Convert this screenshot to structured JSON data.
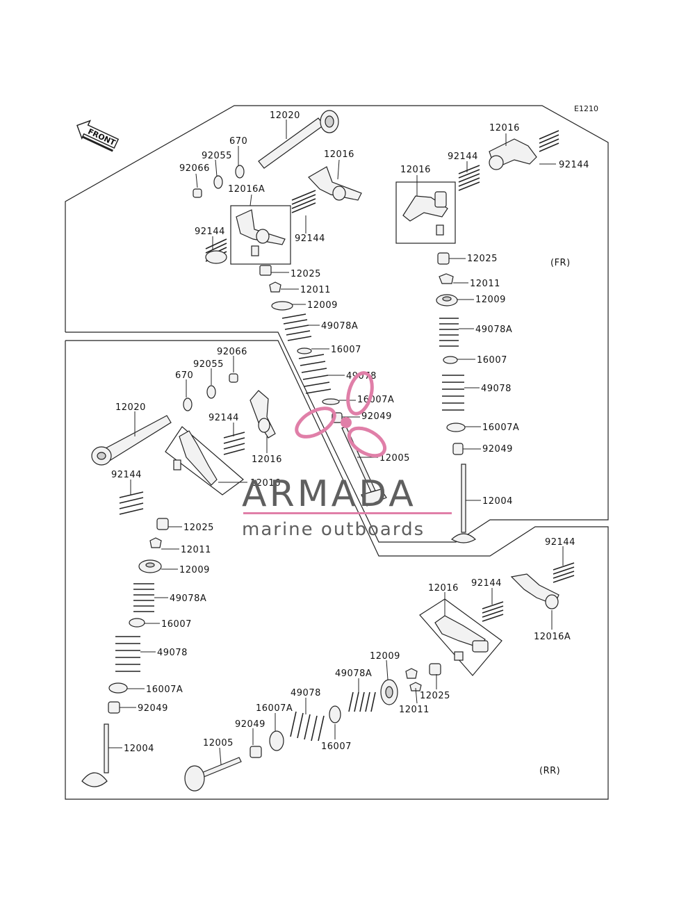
{
  "diagram": {
    "code": "E1210",
    "front_arrow_text": "FRONT",
    "sections": {
      "fr": {
        "tag": "(FR)"
      },
      "rr": {
        "tag": "(RR)"
      }
    },
    "labels": {
      "top_12020": "12020",
      "top_670": "670",
      "top_92055": "92055",
      "top_92066": "92066",
      "top_12016A": "12016A",
      "top_12016_mid": "12016",
      "top_92144_left": "92144",
      "top_92144_mid": "92144",
      "top_12025": "12025",
      "top_12011": "12011",
      "top_12009": "12009",
      "top_49078A": "49078A",
      "top_16007": "16007",
      "top_49078": "49078",
      "top_16007A": "16007A",
      "top_92049": "92049",
      "top_12005": "12005",
      "right_12016_top": "12016",
      "right_92144_a": "92144",
      "right_92144_b": "92144",
      "right_12016_box": "12016",
      "right_12025": "12025",
      "right_12011": "12011",
      "right_12009": "12009",
      "right_49078A": "49078A",
      "right_16007": "16007",
      "right_49078": "49078",
      "right_16007A": "16007A",
      "right_92049": "92049",
      "right_12004": "12004",
      "low_92066": "92066",
      "low_92055": "92055",
      "low_670": "670",
      "low_12020": "12020",
      "low_92144_a": "92144",
      "low_12016": "12016",
      "low_12016_b": "12016",
      "low_92144_b": "92144",
      "low_12025": "12025",
      "low_12011": "12011",
      "low_12009": "12009",
      "low_49078A": "49078A",
      "low_16007": "16007",
      "low_49078": "49078",
      "low_16007A": "16007A",
      "low_92049": "92049",
      "low_12004": "12004",
      "rr_92144_a": "92144",
      "rr_92144_b": "92144",
      "rr_12016": "12016",
      "rr_12016A": "12016A",
      "rr_12009": "12009",
      "rr_49078A": "49078A",
      "rr_49078": "49078",
      "rr_16007A": "16007A",
      "rr_92049": "92049",
      "rr_12005": "12005",
      "rr_16007": "16007",
      "rr_12011": "12011",
      "rr_12025": "12025"
    }
  },
  "watermark": {
    "brand": "ARMADA",
    "tagline": "marine outboards",
    "logo_colors": {
      "pink": "#e07fa8",
      "gray": "#5f5f5f"
    }
  }
}
